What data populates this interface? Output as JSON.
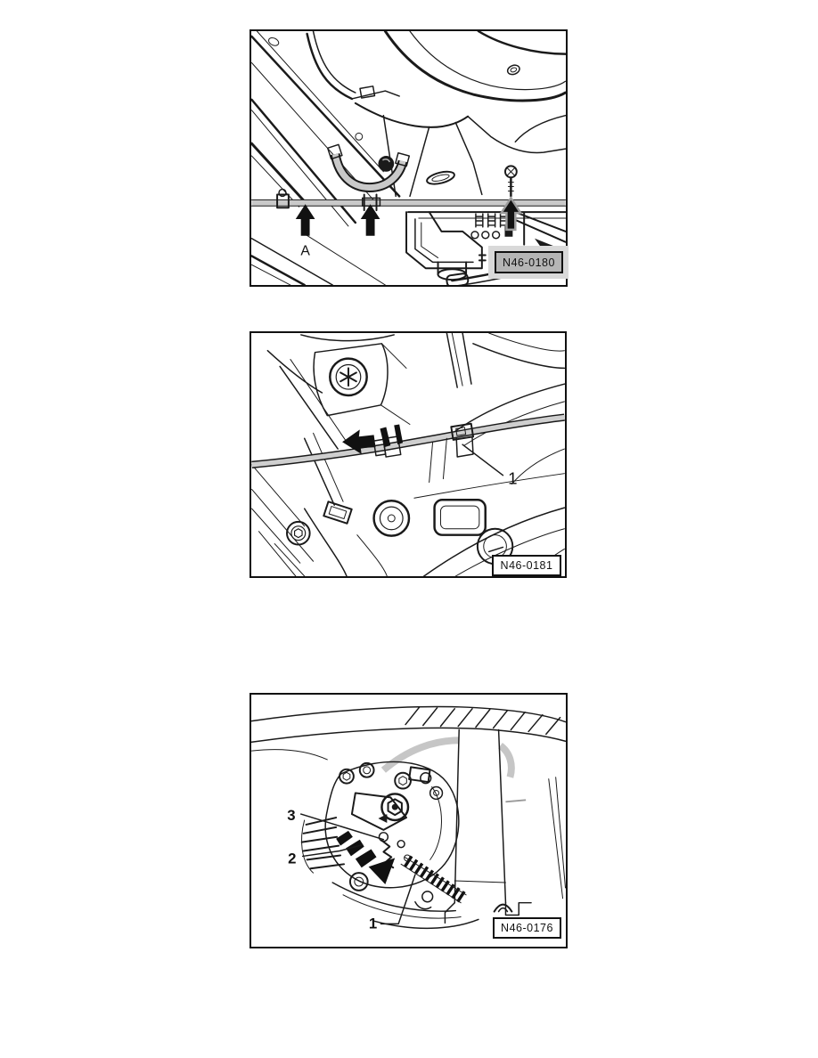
{
  "figure1": {
    "label": "N46-0180",
    "callouts": {
      "a": "A"
    }
  },
  "figure2": {
    "label": "N46-0181",
    "callouts": {
      "n1": "1"
    }
  },
  "figure3": {
    "label": "N46-0176",
    "callouts": {
      "n1": "1",
      "n2": "2",
      "n3": "3"
    }
  },
  "colors": {
    "page_bg": "#ffffff",
    "line": "#1a1a1a",
    "cable_gray": "#c9c9c9",
    "label_fill_gray": "#b5b5b5",
    "label_halo_gray": "#d9d9d9",
    "arrow_black": "#111111",
    "arrow_outline_gray": "#9c9c9c"
  }
}
